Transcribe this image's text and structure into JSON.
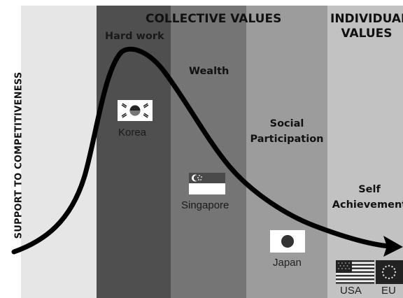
{
  "header": {
    "collective": "COLLECTIVE VALUES",
    "individual_line1": "INDIVIDUAL",
    "individual_line2": "VALUES"
  },
  "y_axis_label": "SUPPORT TO COMPETITIVENESS",
  "stages": [
    {
      "label": "Hard work"
    },
    {
      "label": "Wealth"
    },
    {
      "label_line1": "Social",
      "label_line2": "Participation"
    },
    {
      "label_line1": "Self",
      "label_line2": "Achievement"
    }
  ],
  "countries": [
    "Korea",
    "Singapore",
    "Japan",
    "USA",
    "EU"
  ],
  "flag_icons": [
    "korea-flag-icon",
    "singapore-flag-icon",
    "japan-flag-icon",
    "usa-flag-icon",
    "eu-flag-icon"
  ],
  "colors": {
    "band_light": "#e6e6e6",
    "band_dark": "#4f4f4f",
    "band_mid": "#757575",
    "band_gray": "#9c9c9c",
    "band_pale": "#c2c2c2",
    "curve": "#000000"
  }
}
